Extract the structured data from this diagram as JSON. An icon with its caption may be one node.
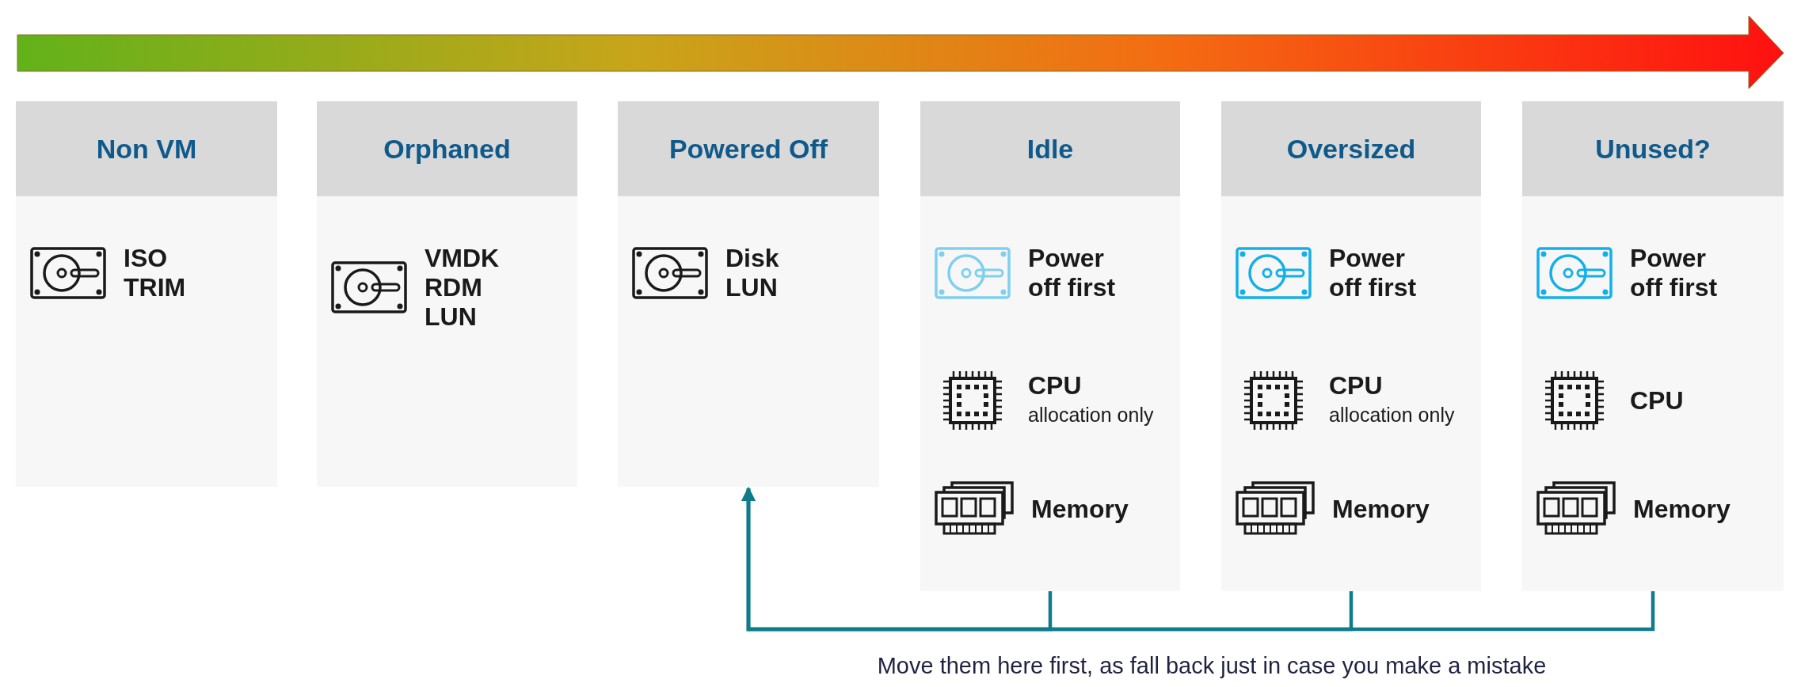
{
  "diagram": {
    "nodes": [
      {
        "text": [
          "Non VM",
          "ISO TRIM"
        ]
      },
      {
        "text": [
          "Orphaned",
          "VMDK RDM LUN"
        ]
      },
      {
        "text": [
          "Powered Off",
          "Disk LUN"
        ]
      },
      {
        "text": [
          "Idle",
          "Power off first",
          "CPU",
          "allocation only",
          "Memory"
        ]
      },
      {
        "text": [
          "Oversized",
          "Power off first",
          "CPU",
          "allocation only",
          "Memory"
        ]
      },
      {
        "text": [
          "Unused?",
          "Power off first",
          "CPU",
          "Memory"
        ]
      }
    ],
    "edges": [
      {
        "from": 3,
        "to": 2,
        "arrow": "to"
      },
      {
        "from": 4,
        "to": 2,
        "arrow": "to"
      },
      {
        "from": 5,
        "to": 2,
        "arrow": "to"
      }
    ],
    "labels": [
      "Move them here first, as fall back just in case you make a mistake"
    ]
  }
}
